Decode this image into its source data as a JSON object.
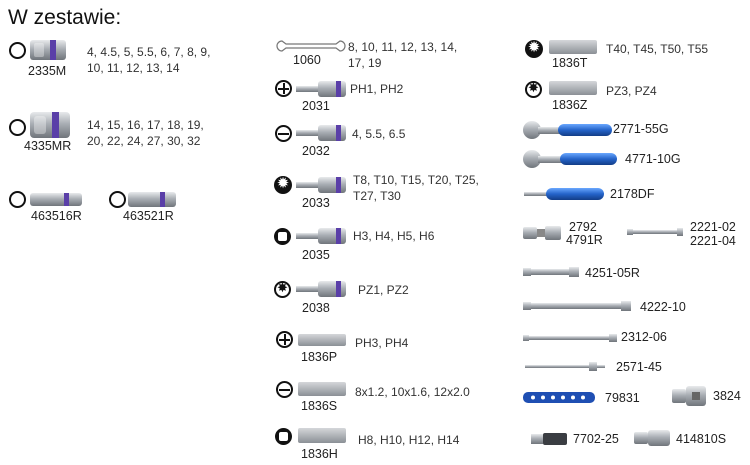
{
  "page": {
    "title": "W zestawie:"
  },
  "items": {
    "2335M": {
      "code": "2335M",
      "sizes": "4, 4.5, 5, 5.5, 6, 7, 8, 9,\n10, 11, 12, 13, 14",
      "icon": "hex-socket-icon"
    },
    "4335MR": {
      "code": "4335MR",
      "sizes": "14, 15, 16, 17, 18, 19,\n20, 22, 24, 27, 30, 32",
      "icon": "hex-socket-icon"
    },
    "463516R": {
      "code": "463516R",
      "icon": "hex-socket-icon"
    },
    "463521R": {
      "code": "463521R",
      "icon": "hex-socket-icon"
    },
    "1060": {
      "code": "1060",
      "sizes": "8, 10, 11, 12, 13, 14,\n17, 19",
      "icon": "wrench-icon"
    },
    "2031": {
      "code": "2031",
      "sizes": "PH1, PH2",
      "icon": "phillips-icon"
    },
    "2032": {
      "code": "2032",
      "sizes": "4, 5.5, 6.5",
      "icon": "slotted-icon"
    },
    "2033": {
      "code": "2033",
      "sizes": "T8, T10, T15, T20, T25,\nT27, T30",
      "icon": "torx-icon"
    },
    "2035": {
      "code": "2035",
      "sizes": "H3, H4, H5, H6",
      "icon": "hex-key-icon"
    },
    "2038": {
      "code": "2038",
      "sizes": "PZ1, PZ2",
      "icon": "pozidriv-icon"
    },
    "1836P": {
      "code": "1836P",
      "sizes": "PH3, PH4",
      "icon": "phillips-icon"
    },
    "1836S": {
      "code": "1836S",
      "sizes": "8x1.2, 10x1.6, 12x2.0",
      "icon": "slotted-icon"
    },
    "1836H": {
      "code": "1836H",
      "sizes": "H8, H10, H12, H14",
      "icon": "hex-key-icon"
    },
    "1836T": {
      "code": "1836T",
      "sizes": "T40, T45, T50, T55",
      "icon": "torx-icon"
    },
    "1836Z": {
      "code": "1836Z",
      "sizes": "PZ3, PZ4",
      "icon": "pozidriv-icon"
    },
    "2771-55G": {
      "code": "2771-55G"
    },
    "4771-10G": {
      "code": "4771-10G"
    },
    "2178DF": {
      "code": "2178DF"
    },
    "2792": {
      "code": "2792"
    },
    "4791R": {
      "code": "4791R"
    },
    "2221-02": {
      "code": "2221-02"
    },
    "2221-04": {
      "code": "2221-04"
    },
    "4251-05R": {
      "code": "4251-05R"
    },
    "4222-10": {
      "code": "4222-10"
    },
    "2312-06": {
      "code": "2312-06"
    },
    "2571-45": {
      "code": "2571-45"
    },
    "79831": {
      "code": "79831"
    },
    "3824": {
      "code": "3824"
    },
    "7702-25": {
      "code": "7702-25"
    },
    "414810S": {
      "code": "414810S"
    }
  },
  "colors": {
    "socket_band": "#5a3fa8",
    "handle": "#2f6fd0",
    "chrome": "#b8bcc2"
  }
}
